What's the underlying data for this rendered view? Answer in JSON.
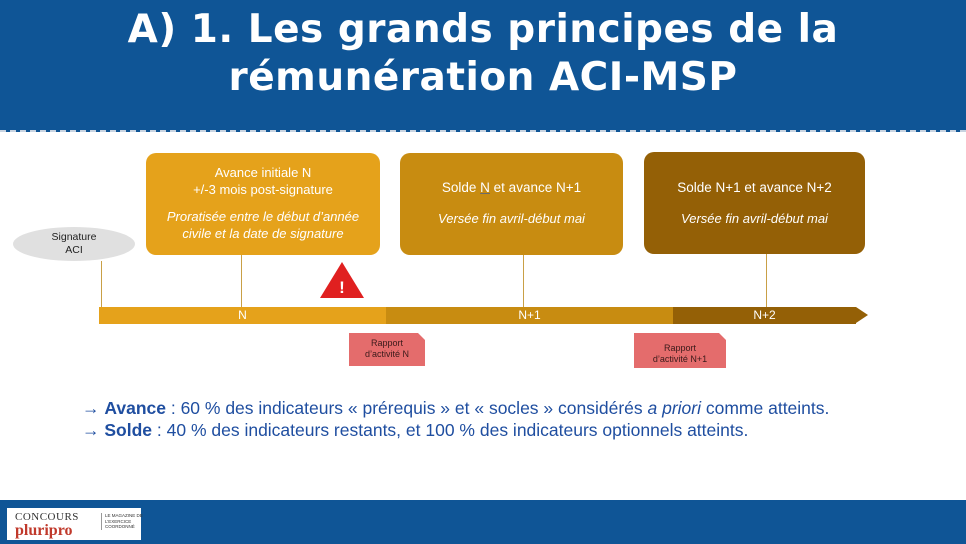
{
  "slide": {
    "title_line1": "A) 1. Les grands principes de la",
    "title_line2": "rémunération ACI-MSP"
  },
  "signature": {
    "line1": "Signature",
    "line2": "ACI"
  },
  "boxes": [
    {
      "line1": "Avance initiale N",
      "line2": "+/-3 mois post-signature",
      "note1": "Proratisée entre le début d’année",
      "note2": "civile et la date de signature",
      "color": "#e5a21b"
    },
    {
      "pre": "Solde ",
      "underlined": "N",
      "post": " et avance N+1",
      "note1": "Versée fin avril-début mai",
      "color": "#c88c11"
    },
    {
      "line1": "Solde N+1 et avance N+2",
      "note1": "Versée fin avril-début mai",
      "color": "#946006"
    }
  ],
  "timeline": {
    "segments": [
      {
        "label": "N",
        "color": "#e5a21b"
      },
      {
        "label": "N+1",
        "color": "#c88c11"
      },
      {
        "label": "N+2",
        "color": "#946006"
      }
    ]
  },
  "warning": {
    "symbol": "!",
    "icon": "warning-triangle-icon",
    "color": "#e02020"
  },
  "rapports": [
    {
      "line1": "Rapport",
      "line2": "d’activité N"
    },
    {
      "line1": "Rapport",
      "line2": "d’activité N+1"
    }
  ],
  "bullets": {
    "avance": {
      "arrow": "→ ",
      "term": "Avance",
      "text1": " : 60 % des indicateurs « prérequis » et « socles » considérés ",
      "italic": "a priori",
      "text2": " comme atteints."
    },
    "solde": {
      "arrow": "→ ",
      "term": "Solde",
      "text1": " : 40 % des indicateurs restants, et 100 % des indicateurs optionnels atteints."
    }
  },
  "footer": {
    "logo_top": "CONCOURS",
    "logo_main": "pluripro",
    "logo_sub": "LE MAGAZINE DE L’EXERCICE COORDONNÉ"
  },
  "colors": {
    "header": "#0f5596",
    "bullet_text": "#1f4ea0",
    "rapport": "#e46c6c"
  }
}
